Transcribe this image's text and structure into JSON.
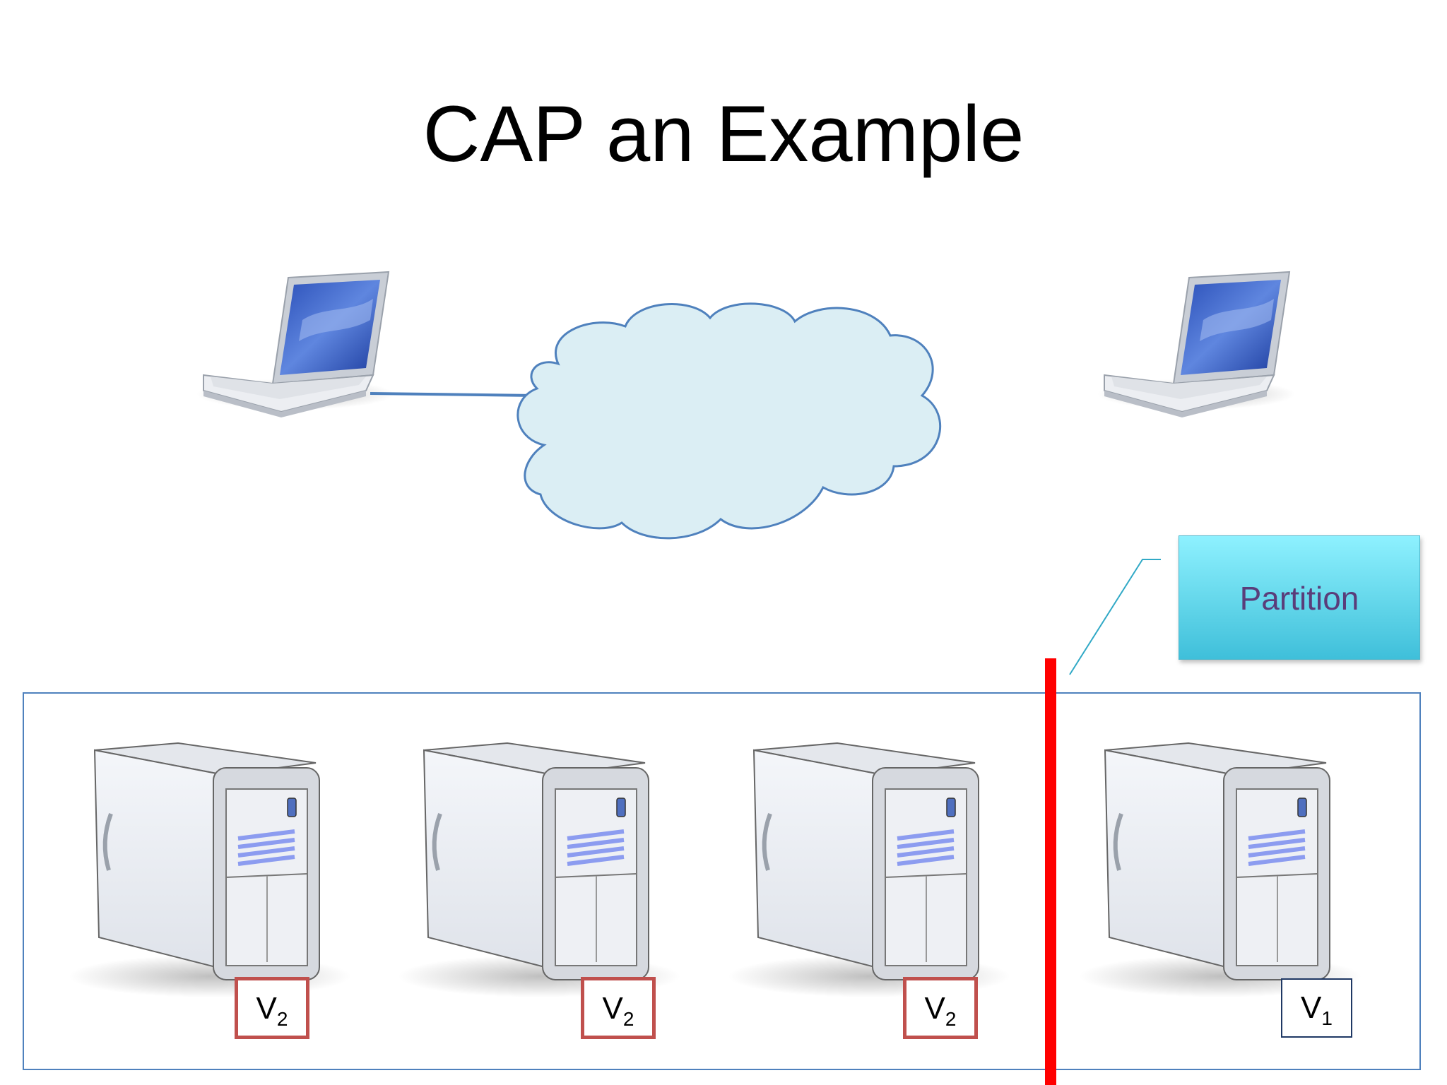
{
  "slide": {
    "title": "CAP an Example"
  },
  "callout": {
    "label": "Partition"
  },
  "nodes": [
    {
      "version_main": "V",
      "version_sub": "2",
      "state": "stale"
    },
    {
      "version_main": "V",
      "version_sub": "2",
      "state": "stale"
    },
    {
      "version_main": "V",
      "version_sub": "2",
      "state": "stale"
    },
    {
      "version_main": "V",
      "version_sub": "1",
      "state": "current"
    }
  ],
  "colors": {
    "partition_line": "#ff0000",
    "stale_version_border": "#c0504d",
    "current_version_border": "#1f3864",
    "cluster_border": "#4f81bd",
    "cloud_fill": "#dbeef4",
    "cloud_stroke": "#4f81bd"
  },
  "icons": [
    "laptop-icon",
    "cloud-icon",
    "server-icon"
  ]
}
